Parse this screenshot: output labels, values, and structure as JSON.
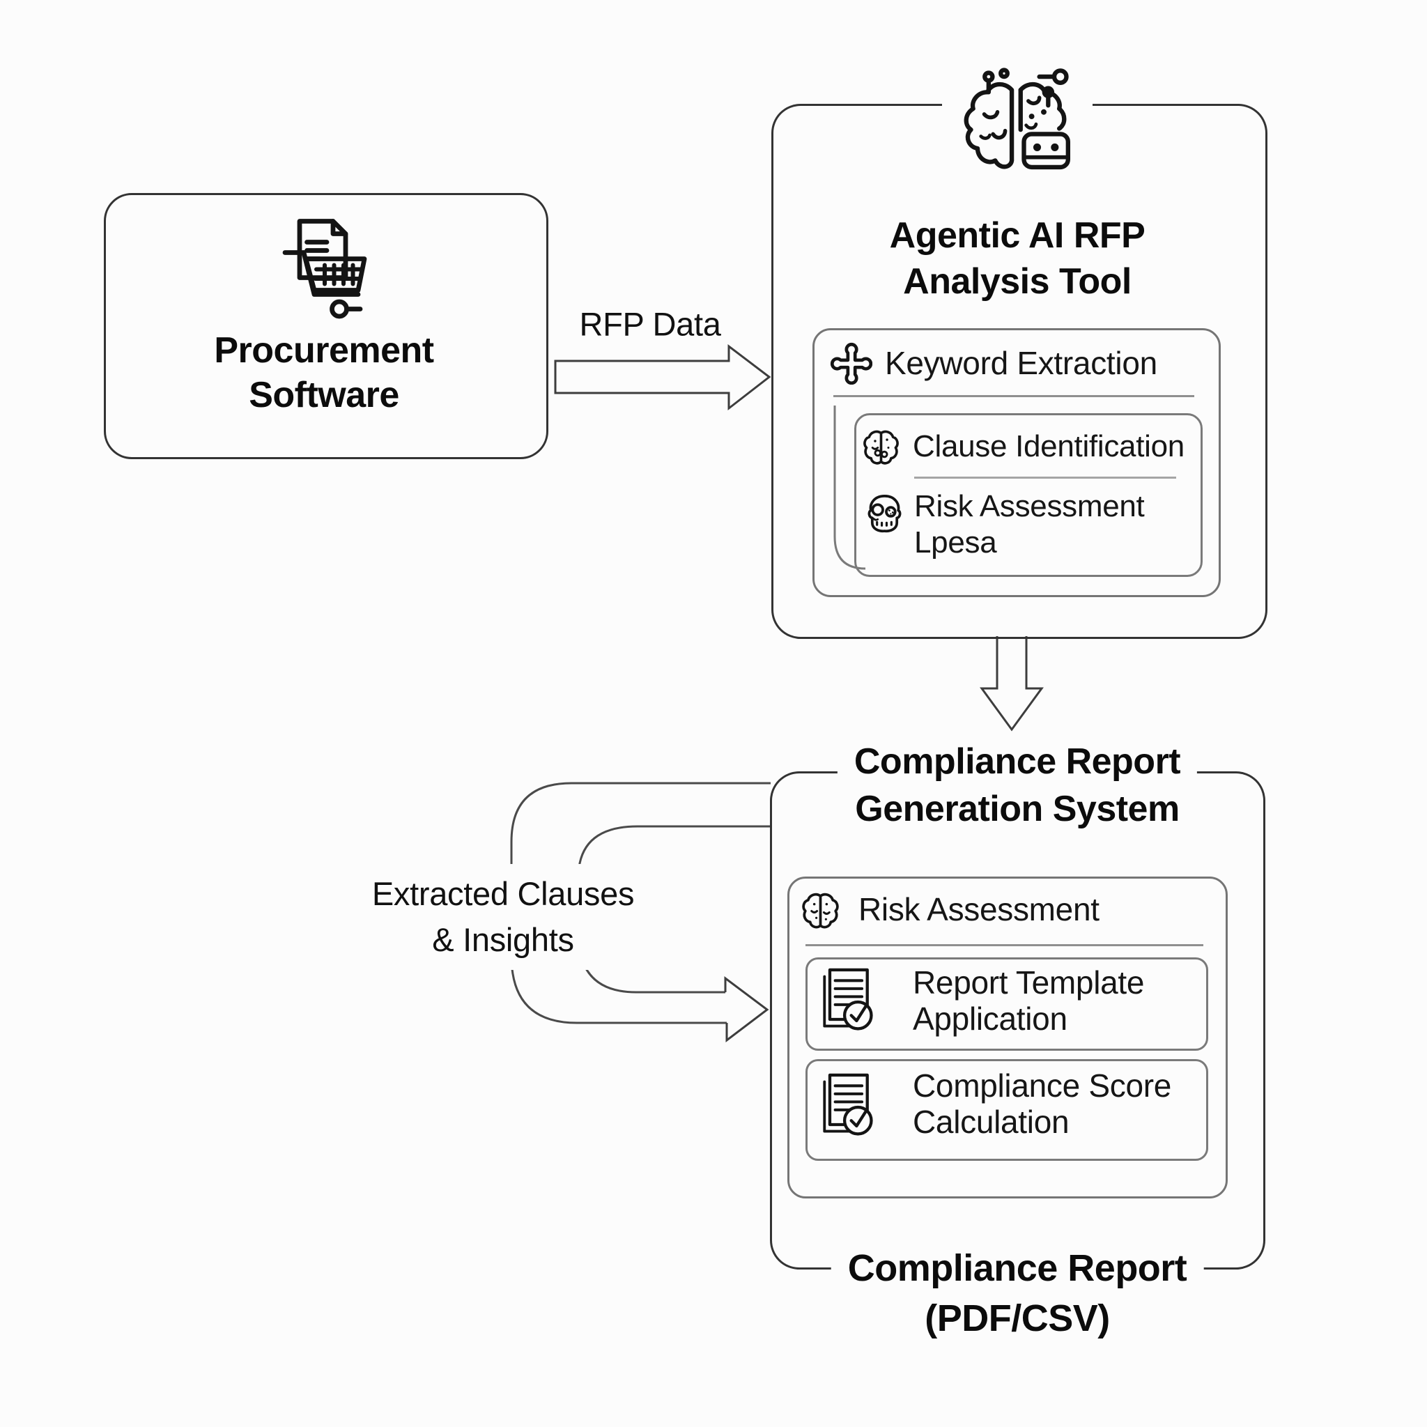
{
  "diagram": {
    "procurement": {
      "title_line1": "Procurement",
      "title_line2": "Software",
      "icon": "document-cart-icon"
    },
    "rfp_arrow": {
      "label": "RFP Data"
    },
    "analysis_tool": {
      "title_line1": "Agentic AI RFP",
      "title_line2": "Analysis Tool",
      "icon": "ai-brain-robot-icon",
      "items": {
        "keyword_extraction": {
          "label": "Keyword Extraction",
          "icon": "cross-puzzle-icon"
        },
        "clause_identification": {
          "label": "Clause Identification",
          "icon": "brain-icon"
        },
        "risk_assessment": {
          "label_line1": "Risk Assessment",
          "label_line2": "Lpesa",
          "icon": "skull-faces-icon"
        }
      }
    },
    "compliance_system": {
      "title_line1": "Compliance Report",
      "title_line2": "Generation System",
      "items": {
        "risk_assessment": {
          "label": "Risk Assessment",
          "icon": "brain-icon"
        },
        "report_template": {
          "label_line1": "Report Template",
          "label_line2": "Application",
          "icon": "document-check-icon"
        },
        "compliance_score": {
          "label_line1": "Compliance Score",
          "label_line2": "Calculation",
          "icon": "document-check-icon"
        }
      }
    },
    "feedback_loop": {
      "label_line1": "Extracted Clauses",
      "label_line2": "& Insights"
    },
    "output": {
      "label_line1": "Compliance Report",
      "label_line2": "(PDF/CSV)"
    },
    "colors": {
      "background": "#fcfcfc",
      "node_border": "#333333",
      "panel_border": "#757575",
      "separator": "#8f8f8f",
      "text": "#0c0c0c",
      "arrow_stroke": "#3d3d3d"
    }
  }
}
